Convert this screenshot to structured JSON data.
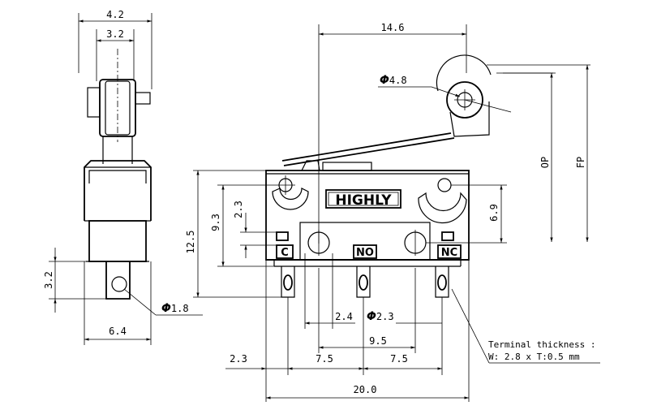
{
  "side_view": {
    "width_top": "4.2",
    "width_inner": "3.2",
    "terminal_height": "3.2",
    "hole_dia": "1.8",
    "body_width": "6.4"
  },
  "front_view": {
    "lever_length": "14.6",
    "roller_dia": "4.8",
    "op": "OP",
    "fp": "FP",
    "body_height": "12.5",
    "mount_height": "9.3",
    "mount_offset": "2.3",
    "hole_offset": "6.9",
    "brand": "HIGHLY",
    "terminal_c": "C",
    "terminal_no": "NO",
    "terminal_nc": "NC",
    "hole_spacing_left": "2.4",
    "mount_hole_dia": "2.3",
    "mount_hole_pitch": "9.5",
    "edge_offset": "2.3",
    "pitch_left": "7.5",
    "pitch_right": "7.5",
    "total_width": "20.0",
    "diameter_symbol": "Φ"
  },
  "note": {
    "line1": "Terminal thickness :",
    "line2": "W: 2.8 x T:0.5 mm"
  }
}
